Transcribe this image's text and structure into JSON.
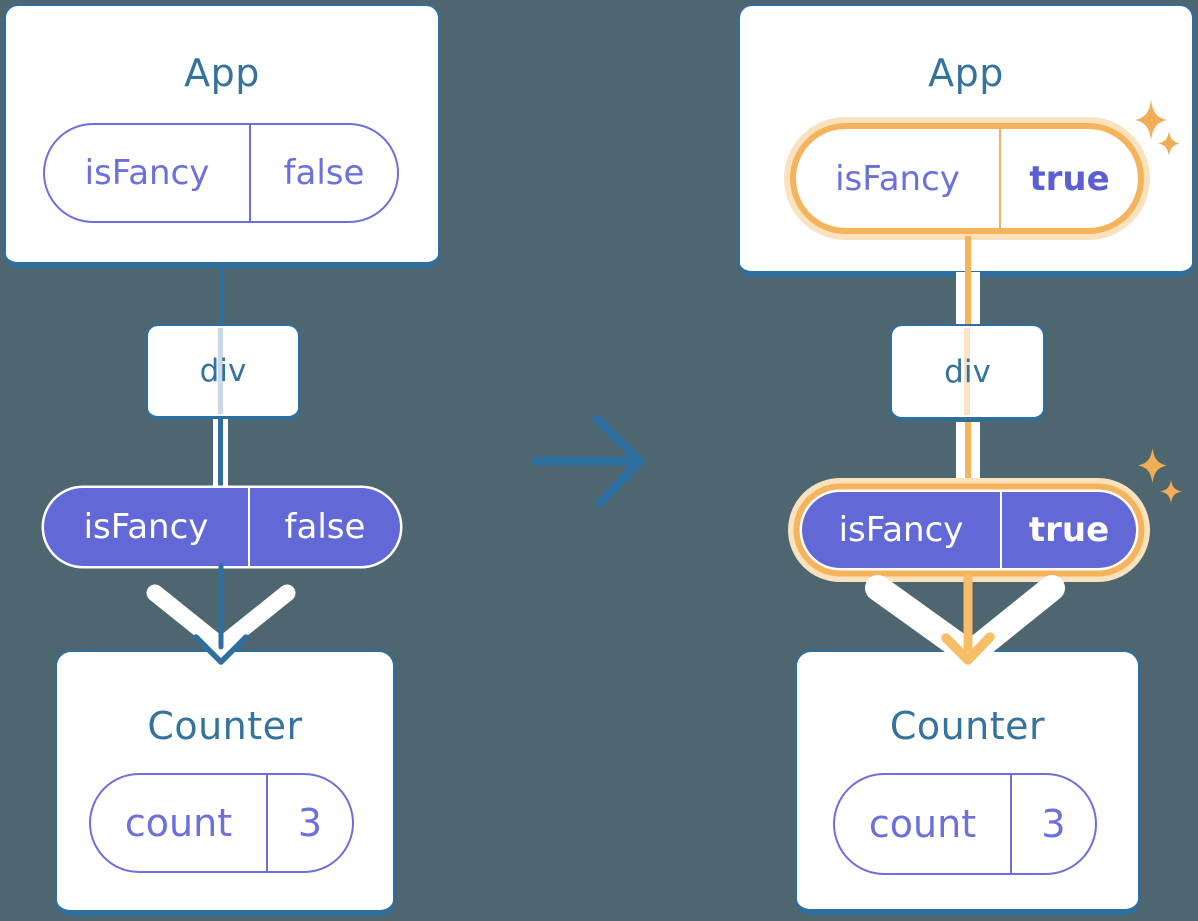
{
  "colors": {
    "background": "#4D6670",
    "steel_blue": "#2E6F9F",
    "title_text": "#35739F",
    "purple": "#6B70DC",
    "purple_fill": "#6269D6",
    "purple_bold": "#5A60D4",
    "orange": "#F5B35B",
    "orange_sparkle": "#F2AC55",
    "orange_halo": "#FAE2BE",
    "white": "#FFFFFF"
  },
  "icons": {
    "sparkle": "sparkle-icon",
    "down_arrow": "arrow-down-icon",
    "transition_arrow": "arrow-right-icon"
  },
  "before": {
    "app": {
      "title": "App",
      "prop_name": "isFancy",
      "prop_value": "false"
    },
    "div_label": "div",
    "prop_pill": {
      "prop_name": "isFancy",
      "prop_value": "false"
    },
    "counter": {
      "title": "Counter",
      "state_name": "count",
      "state_value": "3"
    }
  },
  "after": {
    "app": {
      "title": "App",
      "prop_name": "isFancy",
      "prop_value": "true"
    },
    "div_label": "div",
    "prop_pill": {
      "prop_name": "isFancy",
      "prop_value": "true"
    },
    "counter": {
      "title": "Counter",
      "state_name": "count",
      "state_value": "3"
    }
  }
}
